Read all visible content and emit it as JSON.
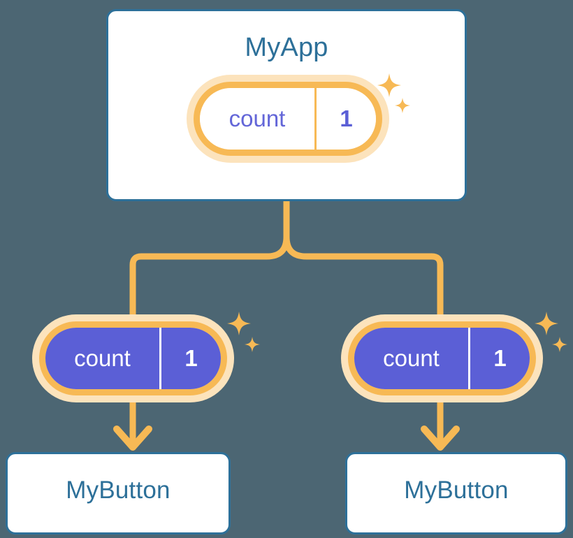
{
  "background_color": "#4c6673",
  "palette": {
    "card_border": "#2d7099",
    "card_fill": "#ffffff",
    "title_text": "#2d7099",
    "ring_orange": "#f7b955",
    "halo_orange": "#fce3bc",
    "connector_orange": "#f7b955",
    "state_purple": "#5b5fd6",
    "key_text_purple": "#6366d8",
    "filled_text": "#ffffff",
    "sparkle": "#f7b955"
  },
  "diagram": {
    "type": "component-state-tree",
    "root": {
      "title": "MyApp",
      "state": {
        "key": "count",
        "value": "1"
      }
    },
    "children": [
      {
        "title": "MyButton",
        "state": {
          "key": "count",
          "value": "1"
        }
      },
      {
        "title": "MyButton",
        "state": {
          "key": "count",
          "value": "1"
        }
      }
    ]
  },
  "labels": {
    "app_title": "MyApp",
    "app_state_key": "count",
    "app_state_value": "1",
    "left_state_key": "count",
    "left_state_value": "1",
    "right_state_key": "count",
    "right_state_value": "1",
    "left_button_title": "MyButton",
    "right_button_title": "MyButton"
  }
}
